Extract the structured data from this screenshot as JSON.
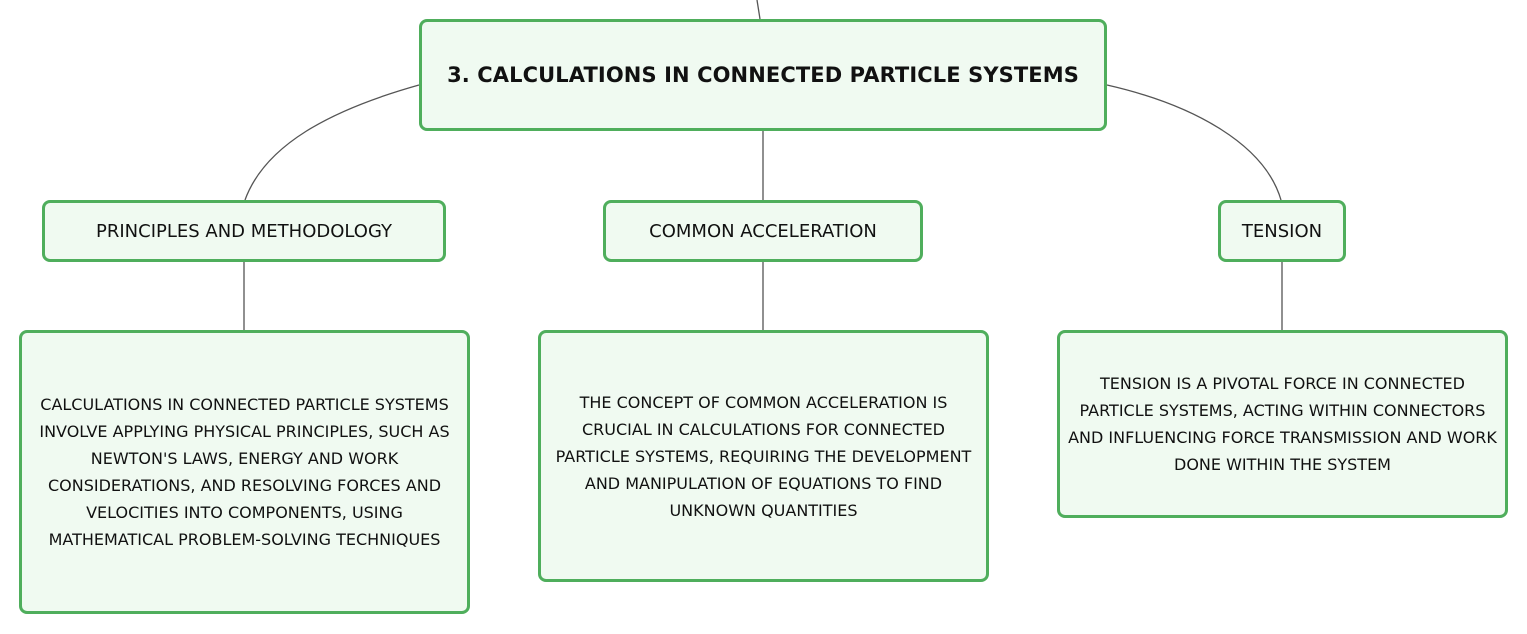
{
  "colors": {
    "node_fill": "#f0faf1",
    "node_border": "#4fae5c",
    "connector": "#555555",
    "text": "#111111"
  },
  "root": {
    "title": "3. CALCULATIONS IN CONNECTED PARTICLE SYSTEMS"
  },
  "branches": [
    {
      "label": "PRINCIPLES AND METHODOLOGY",
      "detail": "CALCULATIONS IN CONNECTED PARTICLE SYSTEMS INVOLVE APPLYING PHYSICAL PRINCIPLES, SUCH AS NEWTON'S LAWS, ENERGY AND WORK CONSIDERATIONS, AND RESOLVING FORCES AND VELOCITIES INTO COMPONENTS, USING MATHEMATICAL PROBLEM-SOLVING TECHNIQUES"
    },
    {
      "label": "COMMON ACCELERATION",
      "detail": "THE CONCEPT OF COMMON ACCELERATION IS CRUCIAL IN CALCULATIONS FOR CONNECTED PARTICLE SYSTEMS, REQUIRING THE DEVELOPMENT AND MANIPULATION OF EQUATIONS TO FIND UNKNOWN QUANTITIES"
    },
    {
      "label": "TENSION",
      "detail": "TENSION IS A PIVOTAL FORCE IN CONNECTED PARTICLE SYSTEMS, ACTING WITHIN CONNECTORS AND INFLUENCING FORCE TRANSMISSION AND WORK DONE WITHIN THE SYSTEM"
    }
  ]
}
